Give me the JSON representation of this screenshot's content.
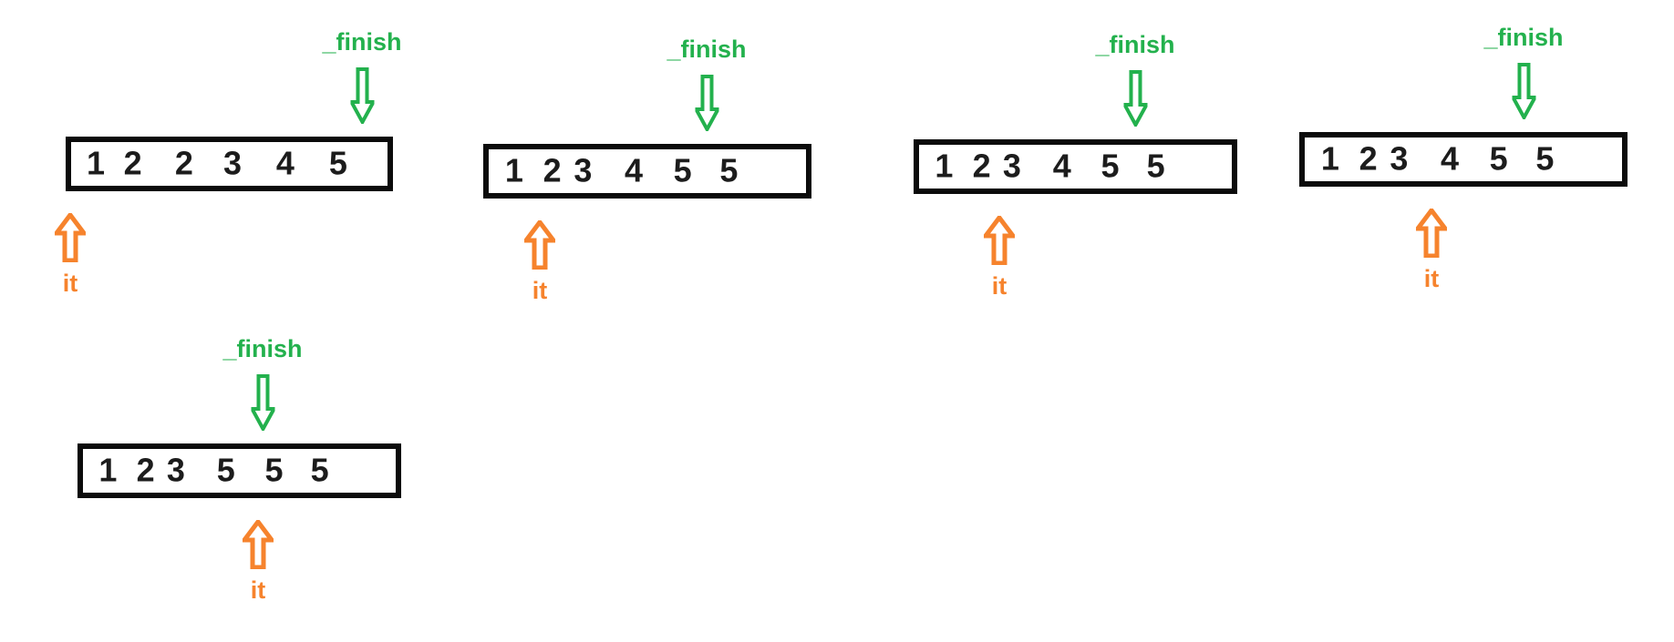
{
  "colors": {
    "finish_green": "#23B14D",
    "it_orange": "#F6832D",
    "box_border_black": "#0b0b0b",
    "number_black": "#1c1c1c",
    "background": "#ffffff"
  },
  "panels": [
    {
      "finish_label": "_finish",
      "it_label": "it",
      "values": [
        "1",
        "2",
        "2",
        "3",
        "4",
        "5"
      ],
      "finish_points_to": "past the last element (end of array)",
      "it_points_to": "element 1"
    },
    {
      "finish_label": "_finish",
      "it_label": "it",
      "values": [
        "1",
        "2",
        "3",
        "4",
        "5",
        "5"
      ],
      "finish_points_to": "between elements 5 and 6 (the two 5s)",
      "it_points_to": "element 2"
    },
    {
      "finish_label": "_finish",
      "it_label": "it",
      "values": [
        "1",
        "2",
        "3",
        "4",
        "5",
        "5"
      ],
      "finish_points_to": "between elements 5 and 6 (the two 5s)",
      "it_points_to": "element 3"
    },
    {
      "finish_label": "_finish",
      "it_label": "it",
      "values": [
        "1",
        "2",
        "3",
        "4",
        "5",
        "5"
      ],
      "finish_points_to": "between elements 5 and 6 (the two 5s)",
      "it_points_to": "element 4"
    },
    {
      "finish_label": "_finish",
      "it_label": "it",
      "values": [
        "1",
        "2",
        "3",
        "5",
        "5",
        "5"
      ],
      "finish_points_to": "between elements 4 and 5",
      "it_points_to": "between elements 4 and 5"
    }
  ]
}
